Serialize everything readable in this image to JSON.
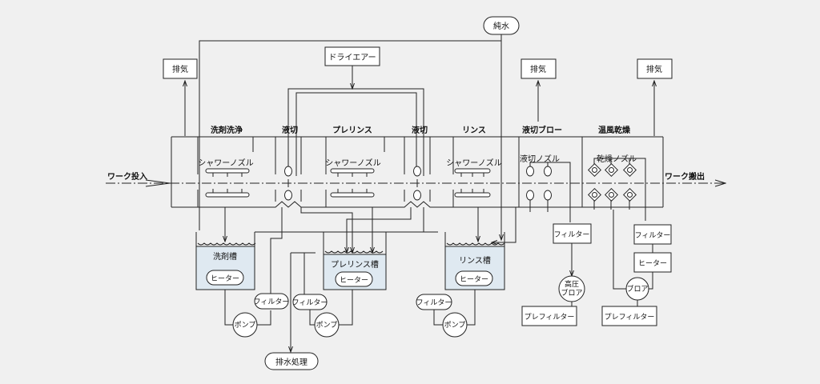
{
  "top": {
    "pure_water": "純水",
    "dry_air": "ドライエアー",
    "exhaust_1": "排気",
    "exhaust_2": "排気",
    "exhaust_3": "排気"
  },
  "sections": {
    "detergent_wash": "洗剤洗浄",
    "liquid_cut_1": "液切",
    "pre_rinse": "プレリンス",
    "liquid_cut_2": "液切",
    "rinse": "リンス",
    "liquid_cut_blow": "液切ブロー",
    "warm_air_dry": "温風乾燥"
  },
  "nozzles": {
    "shower_1": "シャワーノズル",
    "shower_2": "シャワーノズル",
    "shower_3": "シャワーノズル",
    "liquid_cut": "液切ノズル",
    "dry": "乾燥ノズル"
  },
  "flow": {
    "work_in": "ワーク投入",
    "work_out": "ワーク搬出"
  },
  "tanks": {
    "detergent": "洗剤槽",
    "pre_rinse": "プレリンス槽",
    "rinse": "リンス槽"
  },
  "equipment": {
    "heater_1": "ヒーター",
    "heater_2": "ヒーター",
    "heater_3": "ヒーター",
    "heater_4": "ヒーター",
    "filter_1": "フィルター",
    "filter_2": "フィルター",
    "filter_3": "フィルター",
    "filter_4": "フィルター",
    "filter_5": "フィルター",
    "pump_1": "ポンプ",
    "pump_2": "ポンプ",
    "pump_3": "ポンプ",
    "hp_blower_line1": "高圧",
    "hp_blower_line2": "ブロア",
    "blower": "ブロア",
    "prefilter_1": "プレフィルター",
    "prefilter_2": "プレフィルター"
  },
  "drain": "排水処理"
}
